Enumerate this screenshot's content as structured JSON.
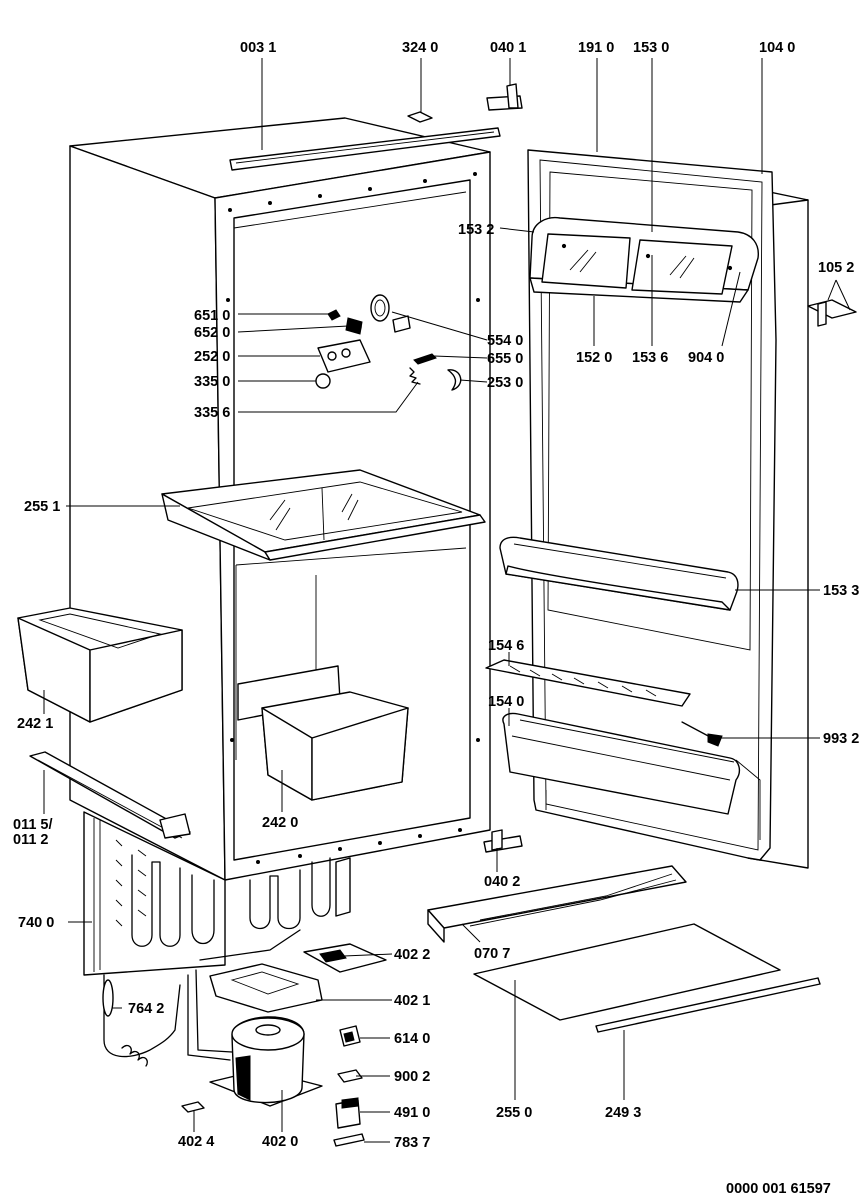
{
  "labels": {
    "l0031": "003 1",
    "l3240": "324 0",
    "l0401": "040 1",
    "l1910": "191 0",
    "l1530": "153 0",
    "l1040": "104 0",
    "l1532": "153 2",
    "l1052": "105 2",
    "l6510": "651 0",
    "l6520": "652 0",
    "l5540": "554 0",
    "l2520": "252 0",
    "l6550": "655 0",
    "l3350": "335 0",
    "l2530": "253 0",
    "l3356": "335 6",
    "l1520": "152 0",
    "l1536": "153 6",
    "l9040": "904 0",
    "l2551": "255 1",
    "l1533": "153 3",
    "l1546": "154 6",
    "l1540": "154 0",
    "l9932": "993 2",
    "l2421": "242 1",
    "l2420": "242 0",
    "l0115": "011 5/",
    "l0112": "011 2",
    "l0402": "040 2",
    "l7400": "740 0",
    "l0707": "070 7",
    "l4022": "402 2",
    "l4021": "402 1",
    "l7642": "764 2",
    "l6140": "614 0",
    "l9002": "900 2",
    "l4910": "491 0",
    "l2550": "255 0",
    "l2493": "249 3",
    "l4024": "402 4",
    "l4020": "402 0",
    "l7837": "783 7",
    "docnum": "0000 001 61597"
  }
}
